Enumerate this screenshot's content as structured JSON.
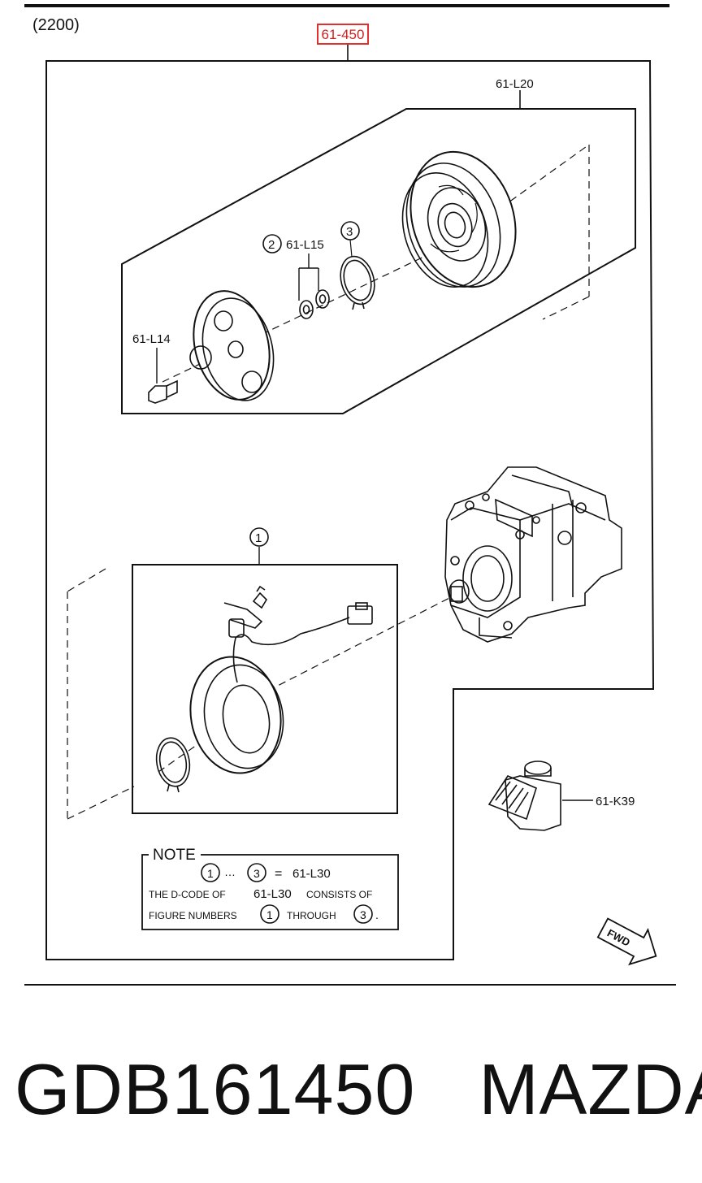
{
  "group_code": "(2200)",
  "part_ref": "61-450",
  "callouts": {
    "clutch_kit": "61-L20",
    "shim": "61-L15",
    "bolt": "61-L14",
    "bracket": "61-K39",
    "circle_1": "1",
    "circle_2": "2",
    "circle_3": "3"
  },
  "note": {
    "title": "NOTE",
    "eq_sep": "…",
    "eq_sign": "=",
    "eq_code": "61-L30",
    "line2_a": "THE D-CODE OF",
    "line2_code": "61-L30",
    "line2_b": "CONSISTS OF",
    "line3_a": "FIGURE NUMBERS",
    "line3_b": "THROUGH",
    "line3_end": "."
  },
  "fwd_label": "FWD",
  "footer": {
    "part_number": "GDB161450",
    "brand": "MAZDA"
  }
}
